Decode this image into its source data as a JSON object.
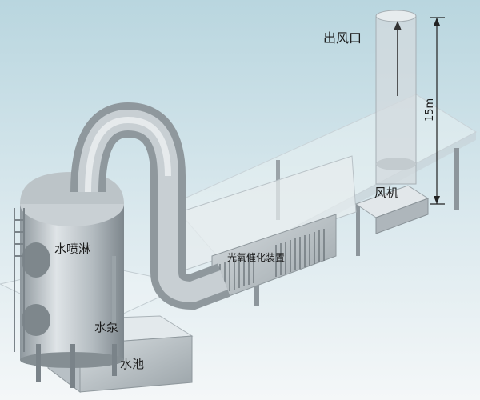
{
  "labels": {
    "outlet": "出风口",
    "height": "15m",
    "fan": "风机",
    "spray": "水喷淋",
    "photo_device": "光氧催化装置",
    "pump": "水泵",
    "pool": "水池"
  }
}
